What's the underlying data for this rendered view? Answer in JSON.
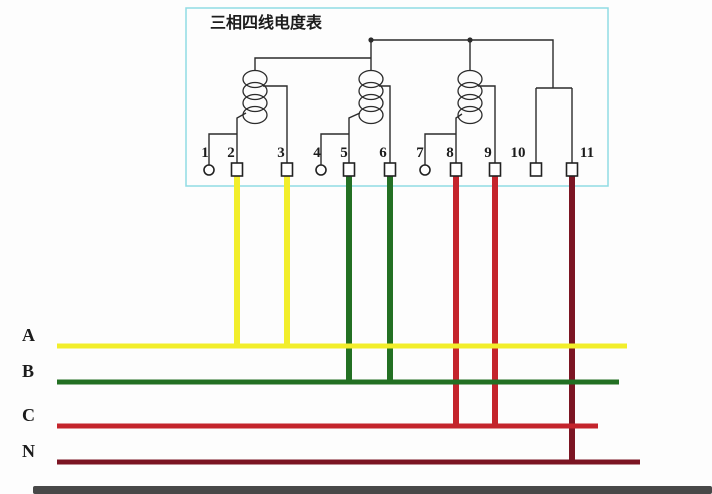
{
  "diagram": {
    "title": "三相四线电度表",
    "terminals": [
      {
        "label": "1",
        "shape": "circle"
      },
      {
        "label": "2",
        "shape": "square"
      },
      {
        "label": "3",
        "shape": "square"
      },
      {
        "label": "4",
        "shape": "circle"
      },
      {
        "label": "5",
        "shape": "square"
      },
      {
        "label": "6",
        "shape": "square"
      },
      {
        "label": "7",
        "shape": "circle"
      },
      {
        "label": "8",
        "shape": "square"
      },
      {
        "label": "9",
        "shape": "square"
      },
      {
        "label": "10",
        "shape": "square"
      },
      {
        "label": "11",
        "shape": "square"
      }
    ],
    "phases": [
      {
        "label": "A",
        "color": "#f2ee2b",
        "meter_terminals": [
          "2",
          "3"
        ]
      },
      {
        "label": "B",
        "color": "#237023",
        "meter_terminals": [
          "5",
          "6"
        ]
      },
      {
        "label": "C",
        "color": "#c4242c",
        "meter_terminals": [
          "8",
          "9"
        ]
      },
      {
        "label": "N",
        "color": "#7c1523",
        "meter_terminals": [
          "11"
        ]
      }
    ],
    "colors": {
      "box_border": "#90dbe4",
      "schematic_line": "#2b2b2b"
    }
  }
}
